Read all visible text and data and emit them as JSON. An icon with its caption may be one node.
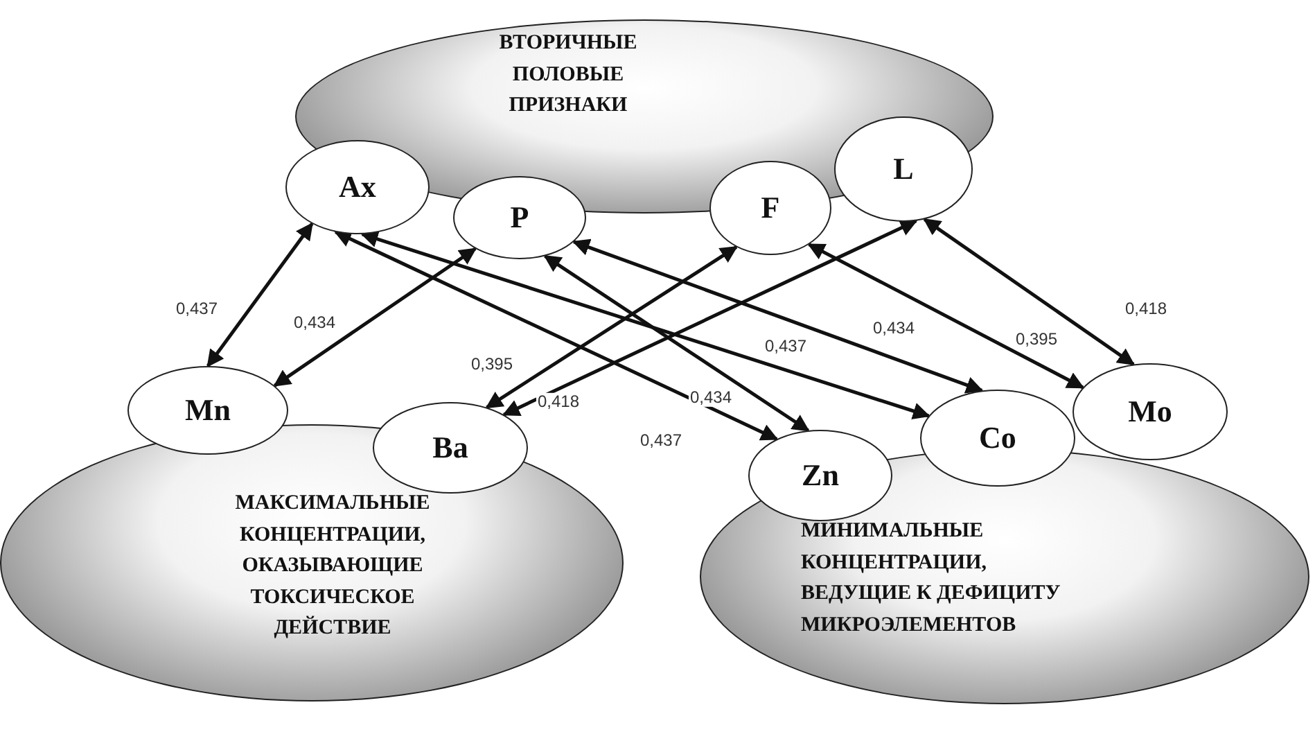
{
  "diagram": {
    "nodes": [
      {
        "text": [
          "ВТОРИЧНЫЕ ПОЛОВЫЕ ПРИЗНАКИ"
        ]
      },
      {
        "text": [
          "Ax"
        ]
      },
      {
        "text": [
          "P"
        ]
      },
      {
        "text": [
          "F"
        ]
      },
      {
        "text": [
          "L"
        ]
      },
      {
        "text": [
          "Mn"
        ]
      },
      {
        "text": [
          "Ba"
        ]
      },
      {
        "text": [
          "Zn"
        ]
      },
      {
        "text": [
          "Co"
        ]
      },
      {
        "text": [
          "Mo"
        ]
      },
      {
        "text": [
          "МАКСИМАЛЬНЫЕ КОНЦЕНТРАЦИИ, ОКАЗЫВАЮЩИЕ ТОКСИЧЕСКОЕ ДЕЙСТВИЕ"
        ]
      },
      {
        "text": [
          "МИНИМАЛЬНЫЕ КОНЦЕНТРАЦИИ, ВЕДУЩИЕ К ДЕФИЦИТУ МИКРОЭЛЕМЕНТОВ"
        ]
      }
    ],
    "edges": [
      {
        "from": 1,
        "to": 5,
        "arrow": "both",
        "label": "0,437"
      },
      {
        "from": 2,
        "to": 5,
        "arrow": "both",
        "label": "0,434"
      },
      {
        "from": 3,
        "to": 6,
        "arrow": "both",
        "label": "0,395"
      },
      {
        "from": 4,
        "to": 6,
        "arrow": "both",
        "label": "0,418"
      },
      {
        "from": 1,
        "to": 7,
        "arrow": "both",
        "label": "0,437"
      },
      {
        "from": 2,
        "to": 7,
        "arrow": "both",
        "label": "0,434"
      },
      {
        "from": 1,
        "to": 8,
        "arrow": "both",
        "label": "0,437"
      },
      {
        "from": 2,
        "to": 8,
        "arrow": "both",
        "label": "0,434"
      },
      {
        "from": 3,
        "to": 9,
        "arrow": "both",
        "label": "0,395"
      },
      {
        "from": 4,
        "to": 9,
        "arrow": "both",
        "label": "0,418"
      }
    ]
  }
}
